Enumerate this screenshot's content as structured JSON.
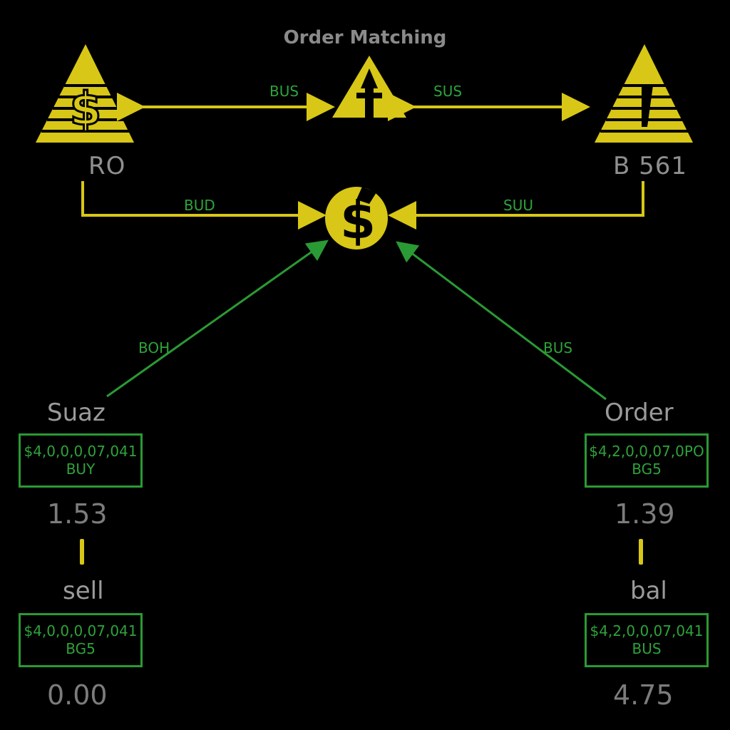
{
  "title": "Order Matching",
  "colors": {
    "yellow": "#d8c716",
    "green": "#2a9a34",
    "gray_text": "#8f8f8f",
    "background": "#000000"
  },
  "icons": {
    "left_node": "pyramid-dollar-icon",
    "center_node": "pyramid-arrow-icon",
    "right_node": "pyramid-dollar-icon",
    "hub": "dollar-coin-icon"
  },
  "edges": {
    "top_left": "BUS",
    "top_right": "SUS",
    "mid_left": "BUD",
    "mid_right": "SUU",
    "diag_left": "BOH",
    "diag_right": "BUS"
  },
  "nodes": {
    "left_code": "RO",
    "right_code": "B 561"
  },
  "left": {
    "header": "Suaz",
    "order1": {
      "price": "$4,0,0,0,07,041",
      "side": "BUY"
    },
    "value1": "1.53",
    "subheader": "sell",
    "order2": {
      "price": "$4,0,0,0,07,041",
      "side": "BG5"
    },
    "value2": "0.00"
  },
  "right": {
    "header": "Order",
    "order1": {
      "price": "$4,2,0,0,07,0PO",
      "side": "BG5"
    },
    "value1": "1.39",
    "subheader": "bal",
    "order2": {
      "price": "$4,2,0,0,07,041",
      "side": "BUS"
    },
    "value2": "4.75"
  }
}
